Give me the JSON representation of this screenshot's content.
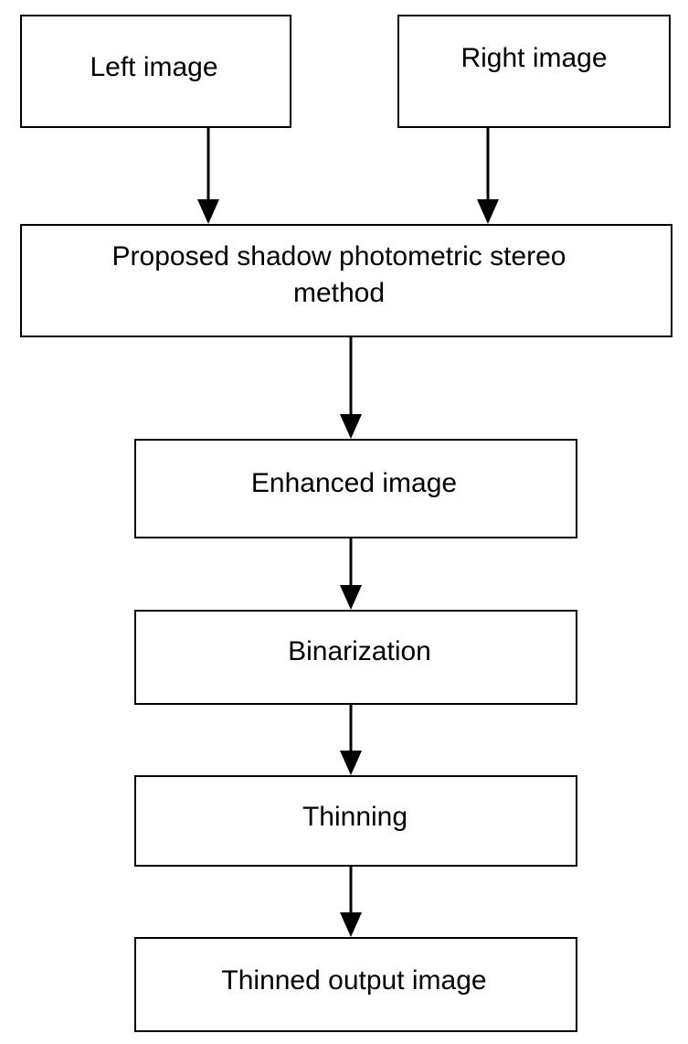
{
  "diagram": {
    "nodes": {
      "left_image": "Left image",
      "right_image": "Right image",
      "shadow_method": "Proposed shadow photometric stereo method",
      "enhanced_image": "Enhanced image",
      "binarization": "Binarization",
      "thinning": "Thinning",
      "thinned_output": "Thinned output image"
    },
    "edges": [
      {
        "from": "Left image",
        "to": "Proposed shadow photometric stereo method"
      },
      {
        "from": "Right image",
        "to": "Proposed shadow photometric stereo method"
      },
      {
        "from": "Proposed shadow photometric stereo method",
        "to": "Enhanced image"
      },
      {
        "from": "Enhanced image",
        "to": "Binarization"
      },
      {
        "from": "Binarization",
        "to": "Thinning"
      },
      {
        "from": "Thinning",
        "to": "Thinned output image"
      }
    ],
    "colors": {
      "stroke": "#000000",
      "background": "#ffffff",
      "text": "#000000"
    }
  }
}
